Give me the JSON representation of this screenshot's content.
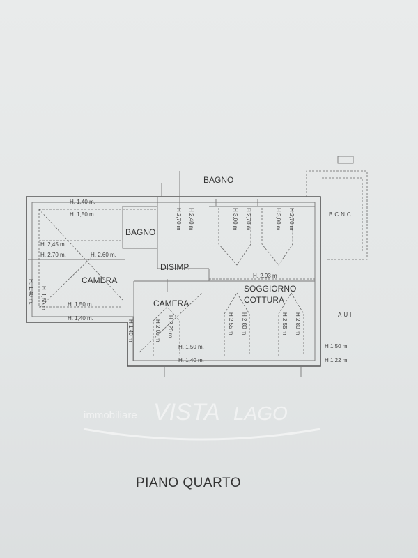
{
  "title": "PIANO QUARTO",
  "watermark": {
    "line1": "immobiliare",
    "line2": "VISTA",
    "line3": "LAGO"
  },
  "rooms": {
    "bagno_top": "BAGNO",
    "bagno": "BAGNO",
    "disimp": "DISIMP.",
    "camera_left": "CAMERA",
    "camera_center": "CAMERA",
    "soggiorno": "SOGGIORNO",
    "cottura": "COTTURA",
    "bcnc": "BCNC",
    "aui": "AUI"
  },
  "heights": {
    "h1": "H. 1,40 m.",
    "h2": "H. 1,50 m.",
    "h3": "H. 2,45 m.",
    "h4": "H. 2,70 m.",
    "h5": "H. 2,60 m.",
    "h6": "H. 1,50 m.",
    "h7": "H. 1,40 m.",
    "h8": "H. 1,50 m.",
    "h9": "H. 1,40 m.",
    "h10": "H 1,40 m",
    "h11": "H 2,00 m",
    "h12": "H 2,20 m",
    "h13": "H. 1,50 m.",
    "h14": "H. 1,40 m.",
    "h15": "H 2,70 m",
    "h16": "H 2,40 m",
    "h17": "H 3,00 m",
    "h18": "H 2,70 m",
    "h19": "H 3,00 m",
    "h20": "H 2,70 m",
    "h21": "H. 2,93 m",
    "h22": "H 2,55 m",
    "h23": "H 2,80 m",
    "h24": "H 2,55 m",
    "h25": "H 2,80 m",
    "h26": "H 1,50 m",
    "h27": "H 1,22 m"
  }
}
